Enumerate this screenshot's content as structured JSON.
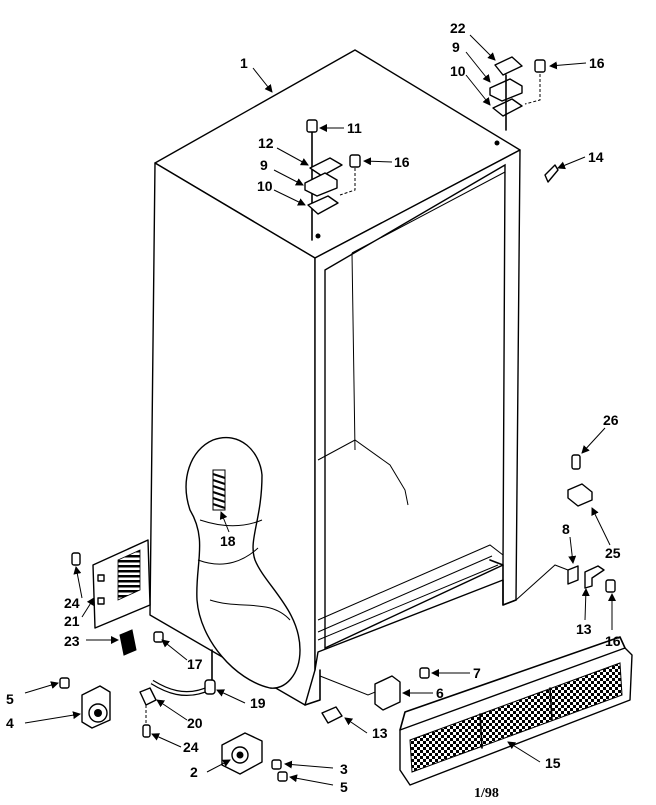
{
  "diagram": {
    "footer_code": "1/98",
    "callouts": [
      {
        "id": "c1",
        "label": "1"
      },
      {
        "id": "c22",
        "label": "22"
      },
      {
        "id": "c9a",
        "label": "9"
      },
      {
        "id": "c10a",
        "label": "10"
      },
      {
        "id": "c16a",
        "label": "16"
      },
      {
        "id": "c11",
        "label": "11"
      },
      {
        "id": "c12",
        "label": "12"
      },
      {
        "id": "c9b",
        "label": "9"
      },
      {
        "id": "c16b",
        "label": "16"
      },
      {
        "id": "c10b",
        "label": "10"
      },
      {
        "id": "c14",
        "label": "14"
      },
      {
        "id": "c26",
        "label": "26"
      },
      {
        "id": "c18",
        "label": "18"
      },
      {
        "id": "c8",
        "label": "8"
      },
      {
        "id": "c25",
        "label": "25"
      },
      {
        "id": "c24a",
        "label": "24"
      },
      {
        "id": "c21",
        "label": "21"
      },
      {
        "id": "c23",
        "label": "23"
      },
      {
        "id": "c13a",
        "label": "13"
      },
      {
        "id": "c16c",
        "label": "16"
      },
      {
        "id": "c17",
        "label": "17"
      },
      {
        "id": "c7",
        "label": "7"
      },
      {
        "id": "c5a",
        "label": "5"
      },
      {
        "id": "c6",
        "label": "6"
      },
      {
        "id": "c19",
        "label": "19"
      },
      {
        "id": "c4",
        "label": "4"
      },
      {
        "id": "c20",
        "label": "20"
      },
      {
        "id": "c13b",
        "label": "13"
      },
      {
        "id": "c24b",
        "label": "24"
      },
      {
        "id": "c15",
        "label": "15"
      },
      {
        "id": "c2",
        "label": "2"
      },
      {
        "id": "c3",
        "label": "3"
      },
      {
        "id": "c5b",
        "label": "5"
      }
    ]
  }
}
